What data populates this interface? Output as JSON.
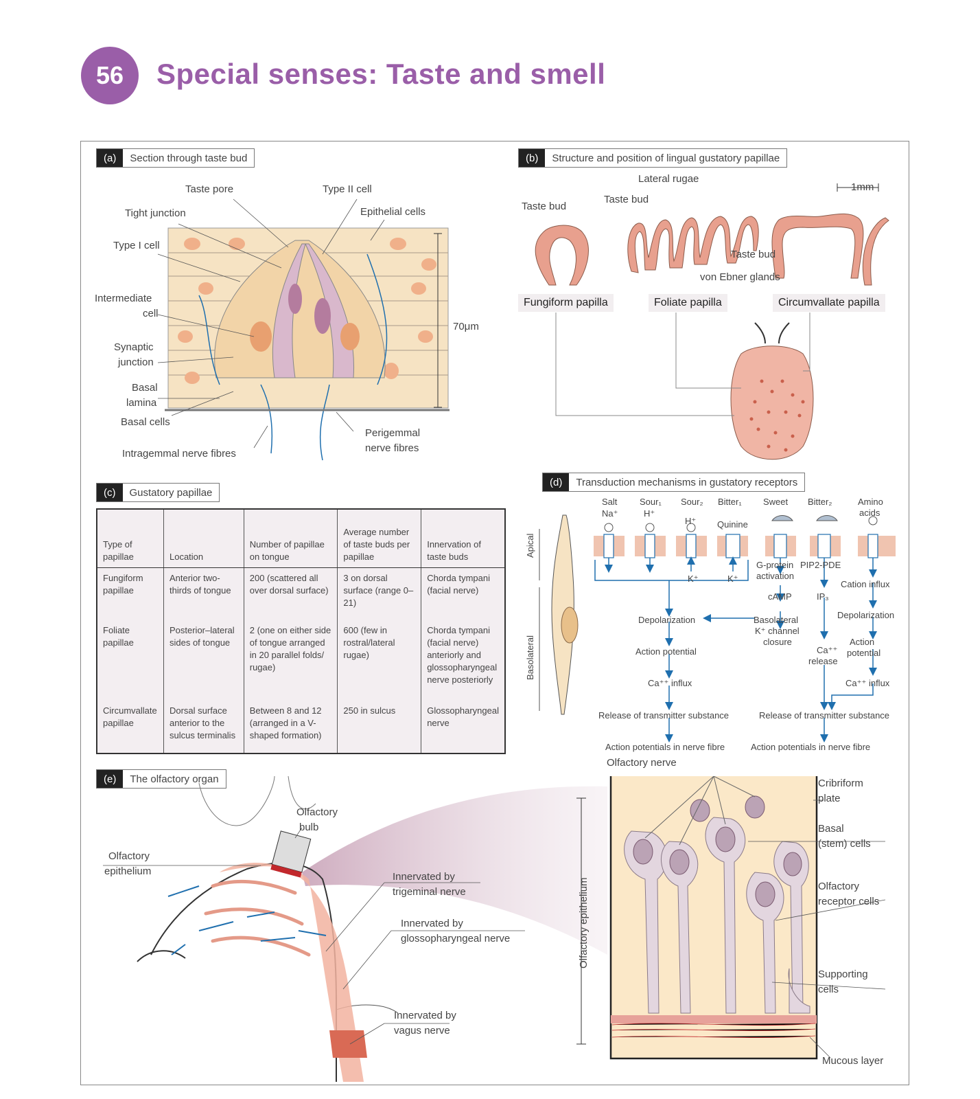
{
  "header": {
    "chapter_number": "56",
    "title": "Special senses: Taste and smell"
  },
  "panel_a": {
    "letter": "(a)",
    "title": "Section through taste bud",
    "labels": {
      "taste_pore": "Taste pore",
      "type2_cell": "Type II cell",
      "tight_junction": "Tight junction",
      "epithelial_cells": "Epithelial cells",
      "type1_cell": "Type I cell",
      "intermediate_1": "Intermediate",
      "intermediate_2": "cell",
      "synaptic_1": "Synaptic",
      "synaptic_2": "junction",
      "basal_1": "Basal",
      "basal_2": "lamina",
      "basal_cells": "Basal cells",
      "intragemmal": "Intragemmal nerve fibres",
      "perigemmal_1": "Perigemmal",
      "perigemmal_2": "nerve fibres",
      "scale": "70μm"
    }
  },
  "panel_b": {
    "letter": "(b)",
    "title": "Structure and position of lingual gustatory papillae",
    "labels": {
      "lateral_rugae": "Lateral rugae",
      "taste_bud_1": "Taste bud",
      "taste_bud_2": "Taste bud",
      "taste_bud_3": "Taste bud",
      "von_ebner": "von Ebner glands",
      "scale": "1mm"
    },
    "papillae": [
      "Fungiform papilla",
      "Foliate papilla",
      "Circumvallate papilla"
    ]
  },
  "panel_c": {
    "letter": "(c)",
    "title": "Gustatory papillae",
    "headers": [
      "Type of papillae",
      "Location",
      "Number of papillae on tongue",
      "Average number of taste buds per papillae",
      "Innervation of taste buds"
    ],
    "rows": [
      [
        "Fungiform papillae",
        "Anterior two-thirds of tongue",
        "200 (scattered all over dorsal surface)",
        "3 on dorsal surface (range 0–21)",
        "Chorda tympani (facial nerve)"
      ],
      [
        "Foliate papillae",
        "Posterior–lateral sides of tongue",
        "2 (one on either side of tongue arranged in 20 parallel folds/ rugae)",
        "600 (few in rostral/lateral rugae)",
        "Chorda tympani (facial nerve) anteriorly and glossopharyngeal nerve posteriorly"
      ],
      [
        "Circumvallate papillae",
        "Dorsal surface anterior to the sulcus terminalis",
        "Between 8 and 12 (arranged in a V-shaped formation)",
        "250 in sulcus",
        "Glossopharyngeal nerve"
      ]
    ]
  },
  "panel_d": {
    "letter": "(d)",
    "title": "Transduction mechanisms in gustatory receptors",
    "side_labels": {
      "apical": "Apical",
      "basolateral": "Basolateral"
    },
    "receptors": {
      "salt": "Salt",
      "sour1": "Sour₁",
      "sour2": "Sour₂",
      "bitter1": "Bitter₁",
      "sweet": "Sweet",
      "bitter2": "Bitter₂",
      "amino_1": "Amino",
      "amino_2": "acids"
    },
    "ions": {
      "na": "Na⁺",
      "h1": "H⁺",
      "h2": "H⁺",
      "quinine": "Quinine",
      "k1": "K⁺",
      "k2": "K⁺"
    },
    "steps": {
      "gprotein_1": "G-protein",
      "gprotein_2": "activation",
      "pip2": "PIP2-PDE",
      "camp": "cAMP",
      "ip3": "IP₃",
      "cation_influx": "Cation influx",
      "depolarization_1": "Depolarization",
      "depolarization_2": "Depolarization",
      "bk_1": "Basolateral",
      "bk_2": "K⁺ channel",
      "bk_3": "closure",
      "ap_1": "Action potential",
      "ap2_1": "Action",
      "ap2_2": "potential",
      "ca_release_1": "Ca⁺⁺",
      "ca_release_2": "release",
      "ca_influx_1": "Ca⁺⁺ influx",
      "ca_influx_2": "Ca⁺⁺ influx",
      "release_1": "Release of transmitter substance",
      "release_2": "Release of transmitter substance",
      "ap_nerve_1": "Action potentials in nerve fibre",
      "ap_nerve_2": "Action potentials in nerve fibre"
    }
  },
  "panel_e": {
    "letter": "(e)",
    "title": "The olfactory organ",
    "labels": {
      "olf_bulb_1": "Olfactory",
      "olf_bulb_2": "bulb",
      "olf_epi_1": "Olfactory",
      "olf_epi_2": "epithelium",
      "trig_1": "Innervated by",
      "trig_2": "trigeminal nerve",
      "glosso_1": "Innervated by",
      "glosso_2": "glossopharyngeal nerve",
      "vagus_1": "Innervated by",
      "vagus_2": "vagus nerve",
      "olf_nerve": "Olfactory nerve",
      "cribriform_1": "Cribriform",
      "cribriform_2": "plate",
      "basal_stem_1": "Basal",
      "basal_stem_2": "(stem) cells",
      "receptor_1": "Olfactory",
      "receptor_2": "receptor cells",
      "supporting_1": "Supporting",
      "supporting_2": "cells",
      "mucous": "Mucous layer",
      "olf_epithelium_vertical": "Olfactory epithelium"
    }
  },
  "colors": {
    "accent": "#9a5ea8",
    "flow": "#1f6fae",
    "tissue": "#f6e3c3",
    "pink": "#e8a08e"
  }
}
